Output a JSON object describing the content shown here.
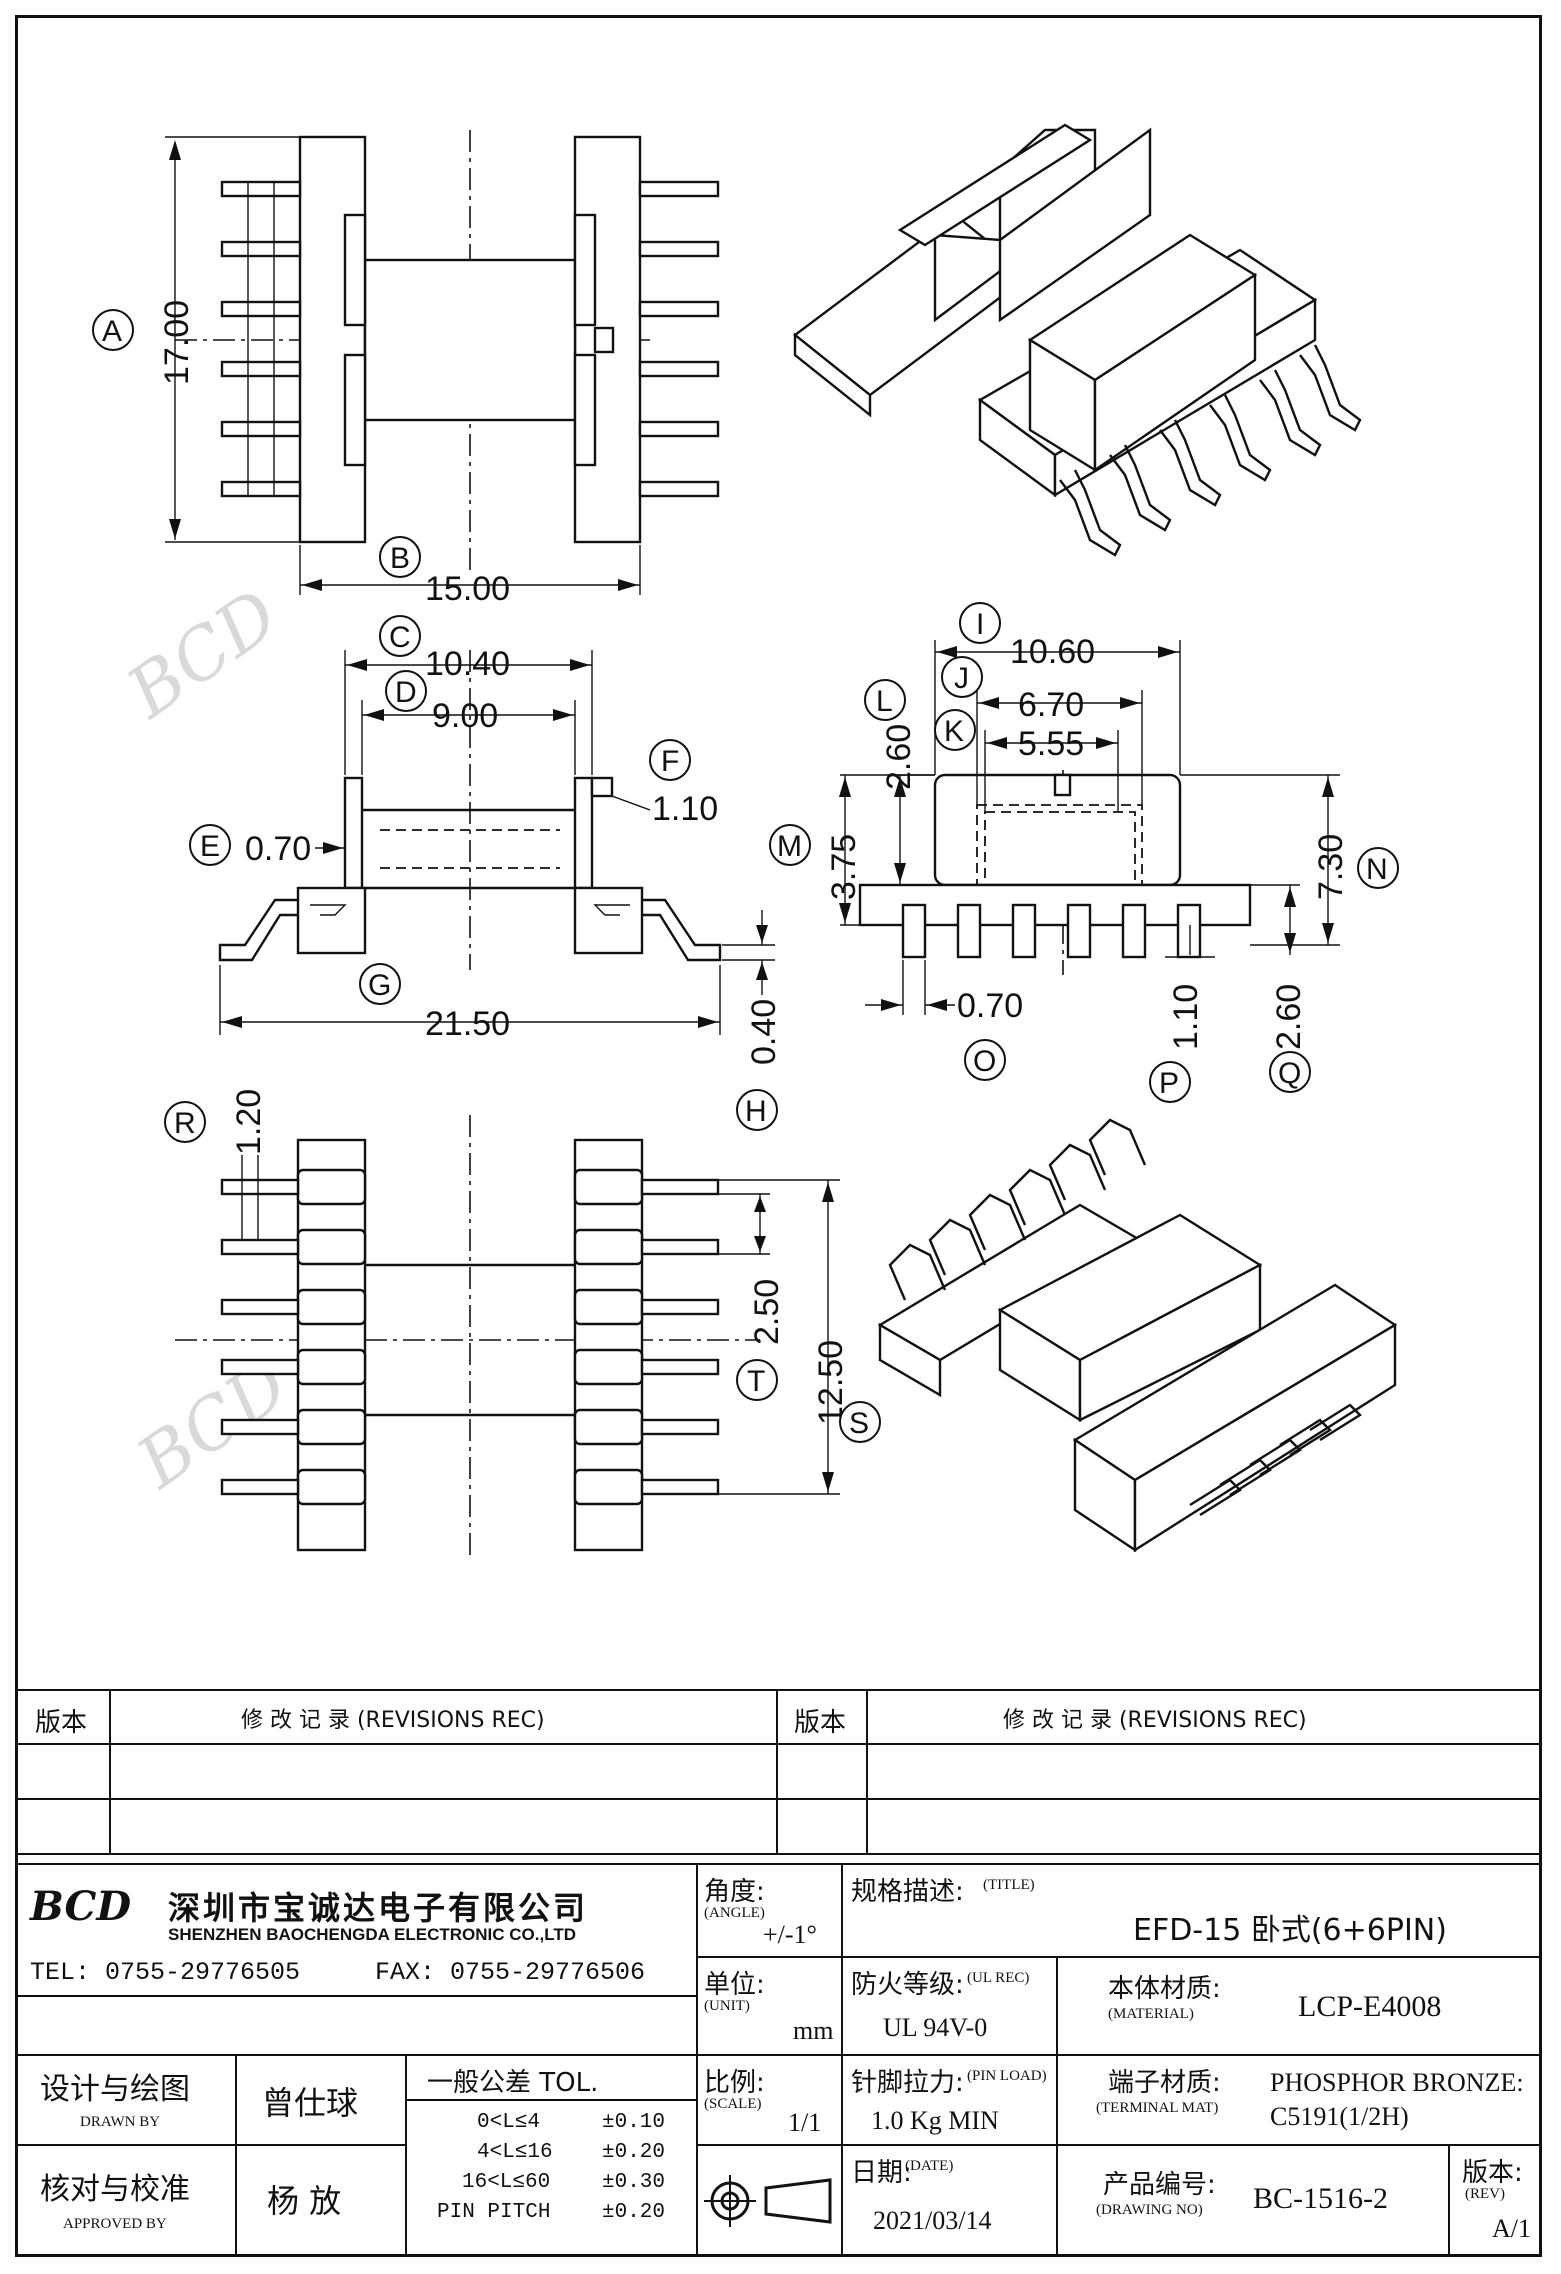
{
  "watermark": "BCD",
  "callouts": [
    "A",
    "B",
    "C",
    "D",
    "E",
    "F",
    "G",
    "H",
    "I",
    "J",
    "K",
    "L",
    "M",
    "N",
    "O",
    "P",
    "Q",
    "R",
    "S",
    "T"
  ],
  "dimensions": {
    "A": "17.00",
    "B": "15.00",
    "C": "10.40",
    "D": "9.00",
    "E": "0.70",
    "F": "1.10",
    "G": "21.50",
    "H": "0.40",
    "I": "10.60",
    "J": "6.70",
    "K": "5.55",
    "L": "2.60",
    "M": "3.75",
    "N": "7.30",
    "O": "0.70",
    "P": "1.10",
    "Q": "2.60",
    "R": "1.20",
    "S": "12.50",
    "T": "2.50"
  },
  "title_block": {
    "rev_header": "版本",
    "revisions_header": "修  改  记  录  (REVISIONS REC)",
    "company_cn": "深圳市宝诚达电子有限公司",
    "company_en": "SHENZHEN BAOCHENGDA ELECTRONIC CO.,LTD",
    "logo": "BCD",
    "tel": "TEL: 0755-29776505",
    "fax": "FAX: 0755-29776506",
    "angle_label": "角度:",
    "angle_label_en": "(ANGLE)",
    "angle_value": "+/-1°",
    "title_label": "规格描述:",
    "title_label_en": "(TITLE)",
    "title_value": "EFD-15 卧式(6+6PIN)",
    "unit_label": "单位:",
    "unit_label_en": "(UNIT)",
    "unit_value": "mm",
    "ul_label": "防火等级:",
    "ul_label_en": "(UL REC)",
    "ul_value": "UL 94V-0",
    "material_label": "本体材质:",
    "material_label_en": "(MATERIAL)",
    "material_value": "LCP-E4008",
    "drawn_label": "设计与绘图",
    "drawn_label_en": "DRAWN BY",
    "drawn_value": "曾仕球",
    "tol_label": "一般公差 TOL.",
    "tol_rows": [
      {
        "range": "0<L≤4",
        "tol": "±0.10"
      },
      {
        "range": "4<L≤16",
        "tol": "±0.20"
      },
      {
        "range": "16<L≤60",
        "tol": "±0.30"
      },
      {
        "range": "PIN PITCH",
        "tol": "±0.20"
      }
    ],
    "scale_label": "比例:",
    "scale_label_en": "(SCALE)",
    "scale_value": "1/1",
    "pinload_label": "针脚拉力:",
    "pinload_label_en": "(PIN LOAD)",
    "pinload_value": "1.0 Kg MIN",
    "terminal_label": "端子材质:",
    "terminal_label_en": "(TERMINAL MAT)",
    "terminal_value_1": "PHOSPHOR BRONZE:",
    "terminal_value_2": "C5191(1/2H)",
    "approved_label": "核对与校准",
    "approved_label_en": "APPROVED BY",
    "approved_value": "杨  放",
    "date_label": "日期:",
    "date_label_en": "(DATE)",
    "date_value": "2021/03/14",
    "drawing_no_label": "产品编号:",
    "drawing_no_label_en": "(DRAWING NO)",
    "drawing_no_value": "BC-1516-2",
    "rev_label": "版本:",
    "rev_label_en": "(REV)",
    "rev_value": "A/1"
  }
}
